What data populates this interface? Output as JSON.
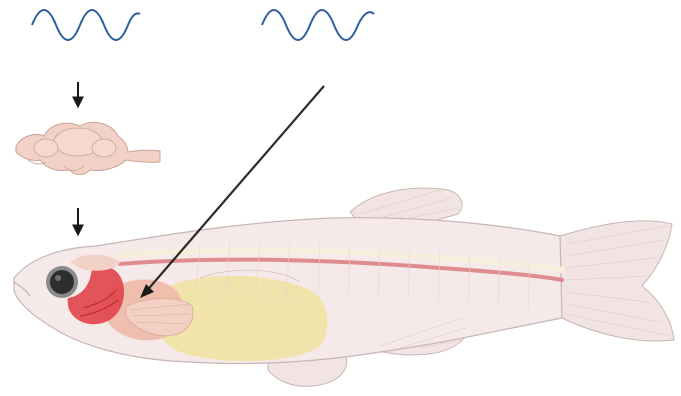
{
  "figure": {
    "elements": [
      "sine-wave-left",
      "down-arrow-1",
      "isolated-brain",
      "down-arrow-2",
      "sine-wave-center",
      "diagonal-arrow-to-heart",
      "zebrafish-body"
    ],
    "colors": {
      "wave": "#2f5f9e",
      "arrow": "#1a1a1a",
      "brain_fill": "#f2d2c6",
      "brain_stroke": "#c9a394",
      "fish_body": "#f6e9e9",
      "fish_outline": "#c9b5b5",
      "fin": "#f1e4e2",
      "spine_red": "#d97b7f",
      "spine_light": "#f7efdc",
      "gill_red": "#e0444a",
      "gut_yellow": "#efe3a0",
      "liver_pink": "#f0b9a8",
      "eye_dark": "#2e2e2e",
      "eye_ring": "#8a8a8a"
    }
  }
}
